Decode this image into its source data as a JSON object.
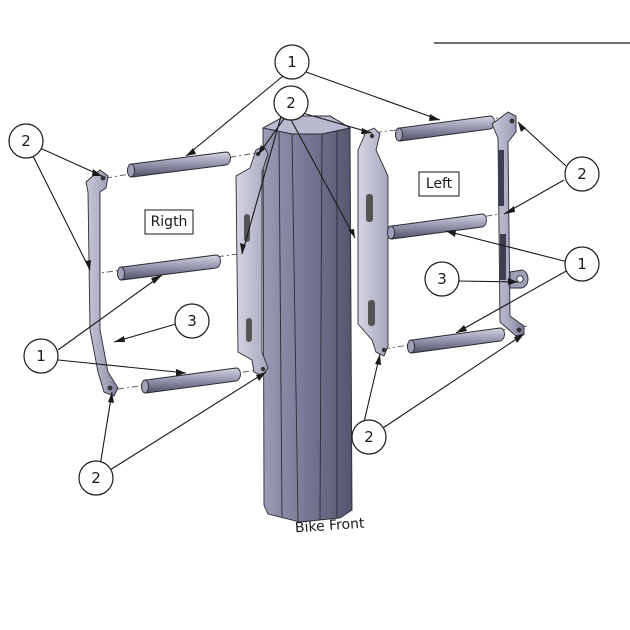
{
  "callouts": {
    "one": "1",
    "two": "2",
    "three": "3"
  },
  "side_labels": {
    "right": "Rigth",
    "left": "Left"
  },
  "front_label": "Bike Front",
  "colors": {
    "metal_dark": "#5f5f78",
    "metal_mid": "#8a8aa6",
    "metal_light": "#c5c5d6",
    "line": "#1a1a1a"
  }
}
